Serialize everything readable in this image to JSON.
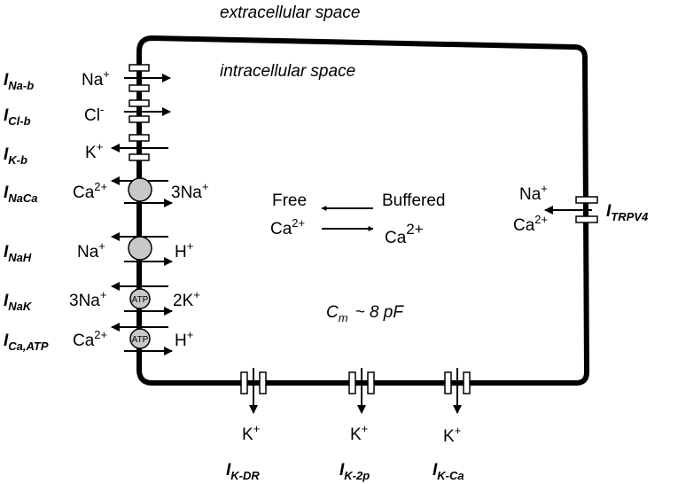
{
  "labels": {
    "extracellular": "extracellular space",
    "intracellular": "intracellular space",
    "capacitance": "~ 8 pF",
    "cm_main": "C",
    "cm_sub": "m",
    "free": "Free",
    "buffered": "Buffered",
    "ca": "Ca",
    "ca_charge": "2+",
    "atp": "ATP"
  },
  "left_currents": [
    {
      "main": "I",
      "sub": "Na-b",
      "ion_in": "Na",
      "ion_in_charge": "+",
      "ion_out": "",
      "ion_out_charge": ""
    },
    {
      "main": "I",
      "sub": "Cl-b",
      "ion_in": "Cl",
      "ion_in_charge": "-",
      "ion_out": "",
      "ion_out_charge": ""
    },
    {
      "main": "I",
      "sub": "K-b",
      "ion_in": "K",
      "ion_in_charge": "+",
      "ion_out": "",
      "ion_out_charge": ""
    },
    {
      "main": "I",
      "sub": "NaCa",
      "ion_in": "Ca",
      "ion_in_charge": "2+",
      "ion_out": "3Na",
      "ion_out_charge": "+"
    },
    {
      "main": "I",
      "sub": "NaH",
      "ion_in": "Na",
      "ion_in_charge": "+",
      "ion_out": "H",
      "ion_out_charge": "+"
    },
    {
      "main": "I",
      "sub": "NaK",
      "ion_in": "3Na",
      "ion_in_charge": "+",
      "ion_out": "2K",
      "ion_out_charge": "+"
    },
    {
      "main": "I",
      "sub": "Ca,ATP",
      "ion_in": "Ca",
      "ion_in_charge": "2+",
      "ion_out": "H",
      "ion_out_charge": "+"
    }
  ],
  "right_current": {
    "main": "I",
    "sub": "TRPV4",
    "ion1": "Na",
    "ion1_charge": "+",
    "ion2": "Ca",
    "ion2_charge": "2+"
  },
  "bottom_currents": [
    {
      "main": "I",
      "sub": "K-DR",
      "ion": "K",
      "ion_charge": "+"
    },
    {
      "main": "I",
      "sub": "K-2p",
      "ion": "K",
      "ion_charge": "+"
    },
    {
      "main": "I",
      "sub": "K-Ca",
      "ion": "K",
      "ion_charge": "+"
    }
  ]
}
